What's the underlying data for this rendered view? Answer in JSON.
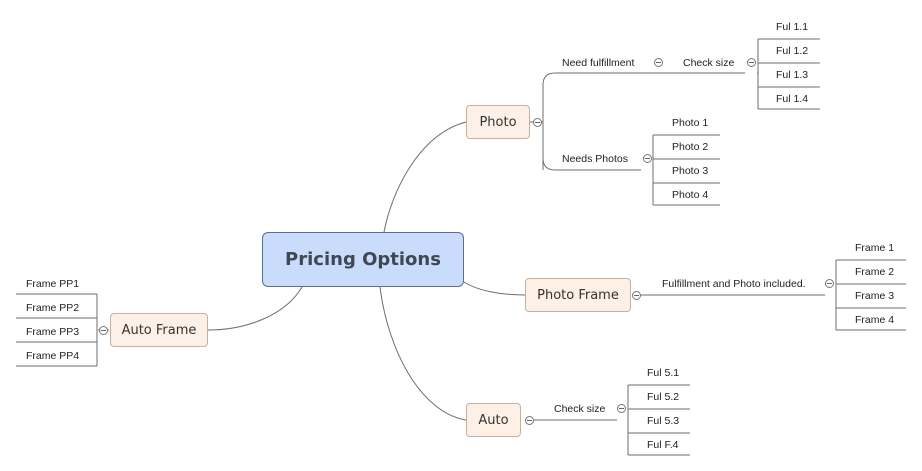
{
  "central": {
    "label": "Pricing Options"
  },
  "branches": {
    "photo": {
      "label": "Photo",
      "need_fulfillment": {
        "label": "Need fulfillment",
        "check_size": "Check size",
        "items": [
          "Ful 1.1",
          "Ful 1.2",
          "Ful 1.3",
          "Ful 1.4"
        ]
      },
      "needs_photos": {
        "label": "Needs Photos",
        "items": [
          "Photo 1",
          "Photo 2",
          "Photo 3",
          "Photo 4"
        ]
      }
    },
    "photo_frame": {
      "label": "Photo Frame",
      "sub": {
        "label": "Fulfillment and Photo included.",
        "items": [
          "Frame 1",
          "Frame 2",
          "Frame 3",
          "Frame 4"
        ]
      }
    },
    "auto": {
      "label": "Auto",
      "sub": {
        "label": "Check size",
        "items": [
          "Ful 5.1",
          "Ful 5.2",
          "Ful 5.3",
          "Ful F.4"
        ]
      }
    },
    "auto_frame": {
      "label": "Auto Frame",
      "items": [
        "Frame PP1",
        "Frame PP2",
        "Frame PP3",
        "Frame PP4"
      ]
    }
  }
}
